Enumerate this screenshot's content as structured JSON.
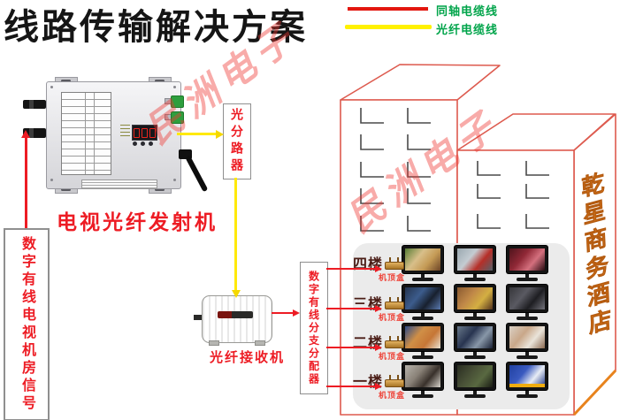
{
  "title": "线路传输解决方案",
  "legend": {
    "items": [
      {
        "id": "coaxial",
        "label": "同轴电缆线",
        "color": "#e3170f"
      },
      {
        "id": "fiber",
        "label": "光纤电缆线",
        "color": "#fff100"
      }
    ],
    "label_color": "#00a44a"
  },
  "watermark": {
    "text": "民洲电子",
    "color": "#ee3732"
  },
  "headend_box": {
    "label": "数字有线电视机房信号"
  },
  "transmitter": {
    "label": "电视光纤发射机"
  },
  "splitter": {
    "label": "光分路器"
  },
  "receiver": {
    "label": "光纤接收机"
  },
  "distributor": {
    "label": "数字有线分支分配器"
  },
  "hotel": {
    "name": "乾星商务酒店",
    "name_color": "#e8831d",
    "outline_color": "#dd5a4e"
  },
  "floors": [
    {
      "label": "四楼",
      "stb_label": "机顶盒",
      "tvs": [
        {
          "desc": "variety-show-host",
          "colors": [
            "#577d35",
            "#d8bf8a",
            "#c49a55",
            "#6b4326"
          ]
        },
        {
          "desc": "street-report",
          "colors": [
            "#9aa8b0",
            "#c4ccd2",
            "#b62f28",
            "#56626a"
          ]
        },
        {
          "desc": "stage-performance",
          "colors": [
            "#4e141c",
            "#902836",
            "#d4707e",
            "#260a10"
          ]
        }
      ]
    },
    {
      "label": "三楼",
      "stb_label": "机顶盒",
      "tvs": [
        {
          "desc": "sports-match",
          "colors": [
            "#24344e",
            "#3c5c8c",
            "#18202e",
            "#5a7ab0"
          ]
        },
        {
          "desc": "drama-scene",
          "colors": [
            "#8a5a30",
            "#c08848",
            "#d4af42",
            "#54341e"
          ]
        },
        {
          "desc": "group-dance",
          "colors": [
            "#36363a",
            "#5a5a62",
            "#1e1e22",
            "#72727a"
          ]
        }
      ]
    },
    {
      "label": "二楼",
      "stb_label": "机顶盒",
      "tvs": [
        {
          "desc": "volleyball-game",
          "colors": [
            "#2c4a88",
            "#d08f46",
            "#c67636",
            "#e9e1d1"
          ]
        },
        {
          "desc": "uniform-drama",
          "colors": [
            "#68788a",
            "#283450",
            "#8897a8",
            "#1a2236"
          ]
        },
        {
          "desc": "portrait-closeup",
          "colors": [
            "#d9d0c5",
            "#c9a789",
            "#eae4da",
            "#8a6950"
          ]
        }
      ]
    },
    {
      "label": "一楼",
      "stb_label": "机顶盒",
      "tvs": [
        {
          "desc": "interview-woman",
          "colors": [
            "#b7b3ab",
            "#898177",
            "#39312b",
            "#d9d5cd"
          ]
        },
        {
          "desc": "military-program",
          "colors": [
            "#292d21",
            "#485036",
            "#596941",
            "#191b13"
          ]
        },
        {
          "desc": "news-studio",
          "colors": [
            "#2040a0",
            "#3a5ac0",
            "#e8edf5",
            "#183080"
          ],
          "bar": "#f0ad10"
        }
      ]
    }
  ]
}
